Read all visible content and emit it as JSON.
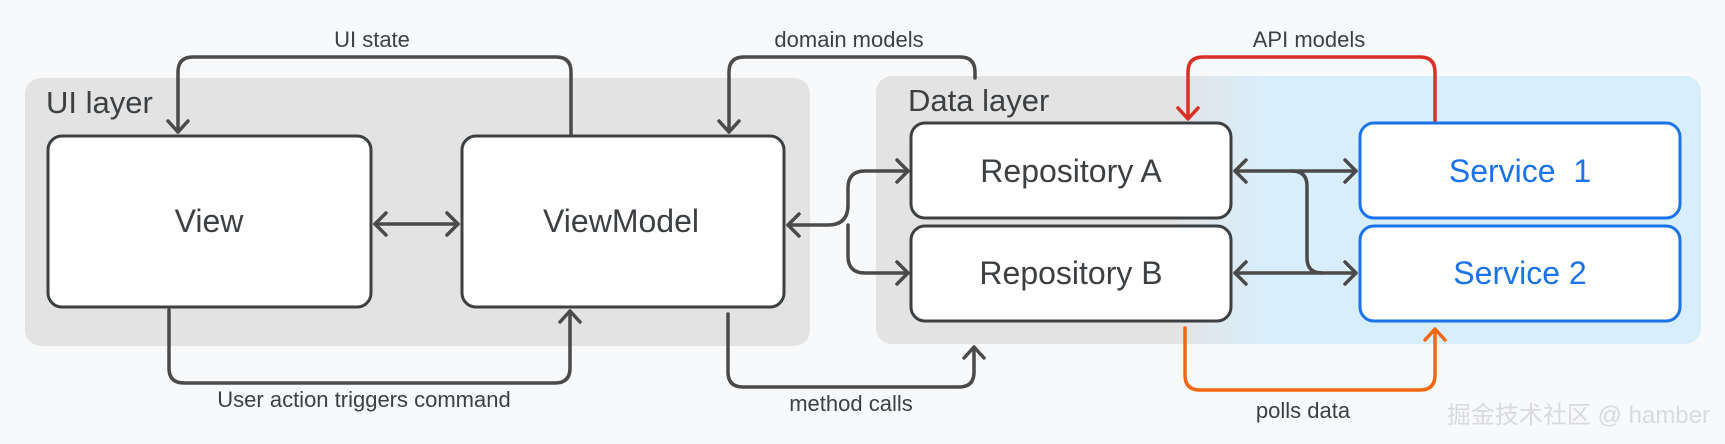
{
  "layers": {
    "ui": "UI layer",
    "data": "Data layer"
  },
  "nodes": {
    "view": "View",
    "viewmodel": "ViewModel",
    "repo_a": "Repository A",
    "repo_b": "Repository B",
    "service_1": "Service  1",
    "service_2": "Service 2"
  },
  "edges": {
    "ui_state": "UI state",
    "user_action": "User action triggers command",
    "domain_models": "domain models",
    "method_calls": "method calls",
    "api_models": "API models",
    "polls_data": "polls data"
  },
  "watermark": "掘金技术社区 @ hamber",
  "colors": {
    "layer_bg": "#e3e3e3",
    "service_bg": "#d9eefb",
    "node_stroke": "#3c4043",
    "service_stroke": "#1a73e8",
    "arrow_gray": "#4a4a4a",
    "arrow_red": "#d93025",
    "arrow_orange": "#f2670f"
  }
}
